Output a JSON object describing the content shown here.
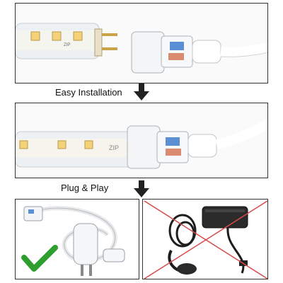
{
  "steps": [
    {
      "label": "Easy Installation"
    },
    {
      "label": "Plug & Play"
    }
  ],
  "strip_text": {
    "print_1": "ZIP",
    "print_2": "ZIP"
  },
  "colors": {
    "frame": "#333333",
    "check": "#2e9e2e",
    "cross": "#d84a4a",
    "led": "#f5d27a",
    "arrow": "#222222"
  },
  "icons": {
    "arrow": "arrow-down-icon",
    "check": "check-icon",
    "cross": "cross-icon"
  }
}
